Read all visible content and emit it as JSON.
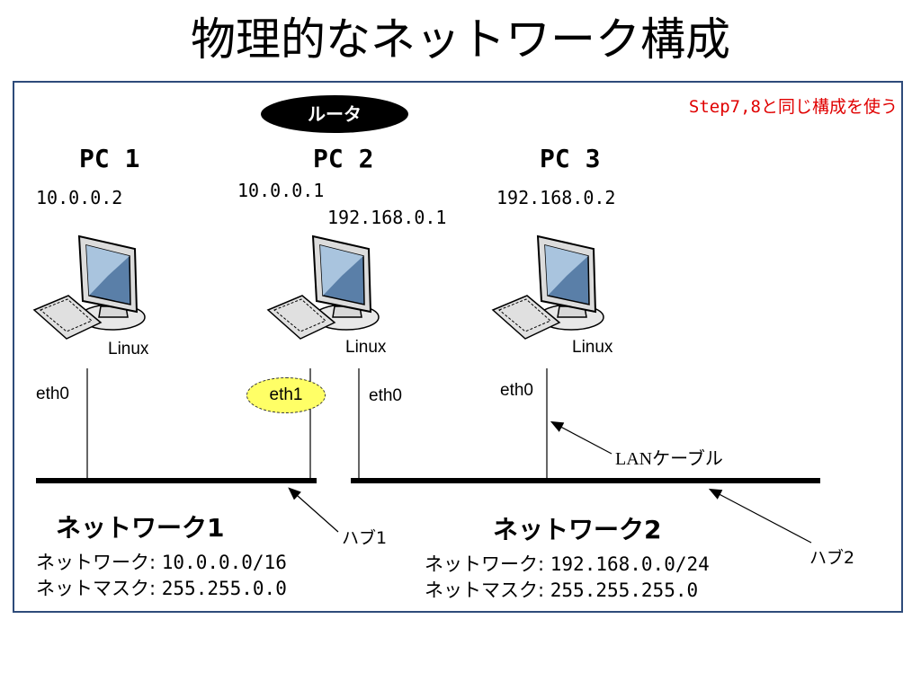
{
  "title": "物理的なネットワーク構成",
  "note": "Step7,8と同じ構成を使う",
  "router_label": "ルータ",
  "pcs": [
    {
      "name": "PC 1",
      "ips": [
        "10.0.0.2"
      ],
      "os": "Linux",
      "interfaces": [
        "eth0"
      ]
    },
    {
      "name": "PC 2",
      "ips": [
        "10.0.0.1",
        "192.168.0.1"
      ],
      "os": "Linux",
      "interfaces": [
        "eth1",
        "eth0"
      ]
    },
    {
      "name": "PC 3",
      "ips": [
        "192.168.0.2"
      ],
      "os": "Linux",
      "interfaces": [
        "eth0"
      ]
    }
  ],
  "cable_label": "LANケーブル",
  "hubs": [
    "ハブ1",
    "ハブ2"
  ],
  "networks": [
    {
      "title": "ネットワーク1",
      "rows": [
        {
          "label": "ネットワーク:",
          "value": "10.0.0.0/16"
        },
        {
          "label": "ネットマスク:",
          "value": "255.255.0.0"
        }
      ]
    },
    {
      "title": "ネットワーク2",
      "rows": [
        {
          "label": "ネットワーク:",
          "value": "192.168.0.0/24"
        },
        {
          "label": "ネットマスク:",
          "value": "255.255.255.0"
        }
      ]
    }
  ],
  "colors": {
    "note": "#e00000",
    "frame": "#2e4b7a",
    "highlight": "#ffff66",
    "router_bg": "#000000"
  },
  "icons": [
    "computer-icon",
    "keyboard-icon",
    "arrow-icon"
  ]
}
